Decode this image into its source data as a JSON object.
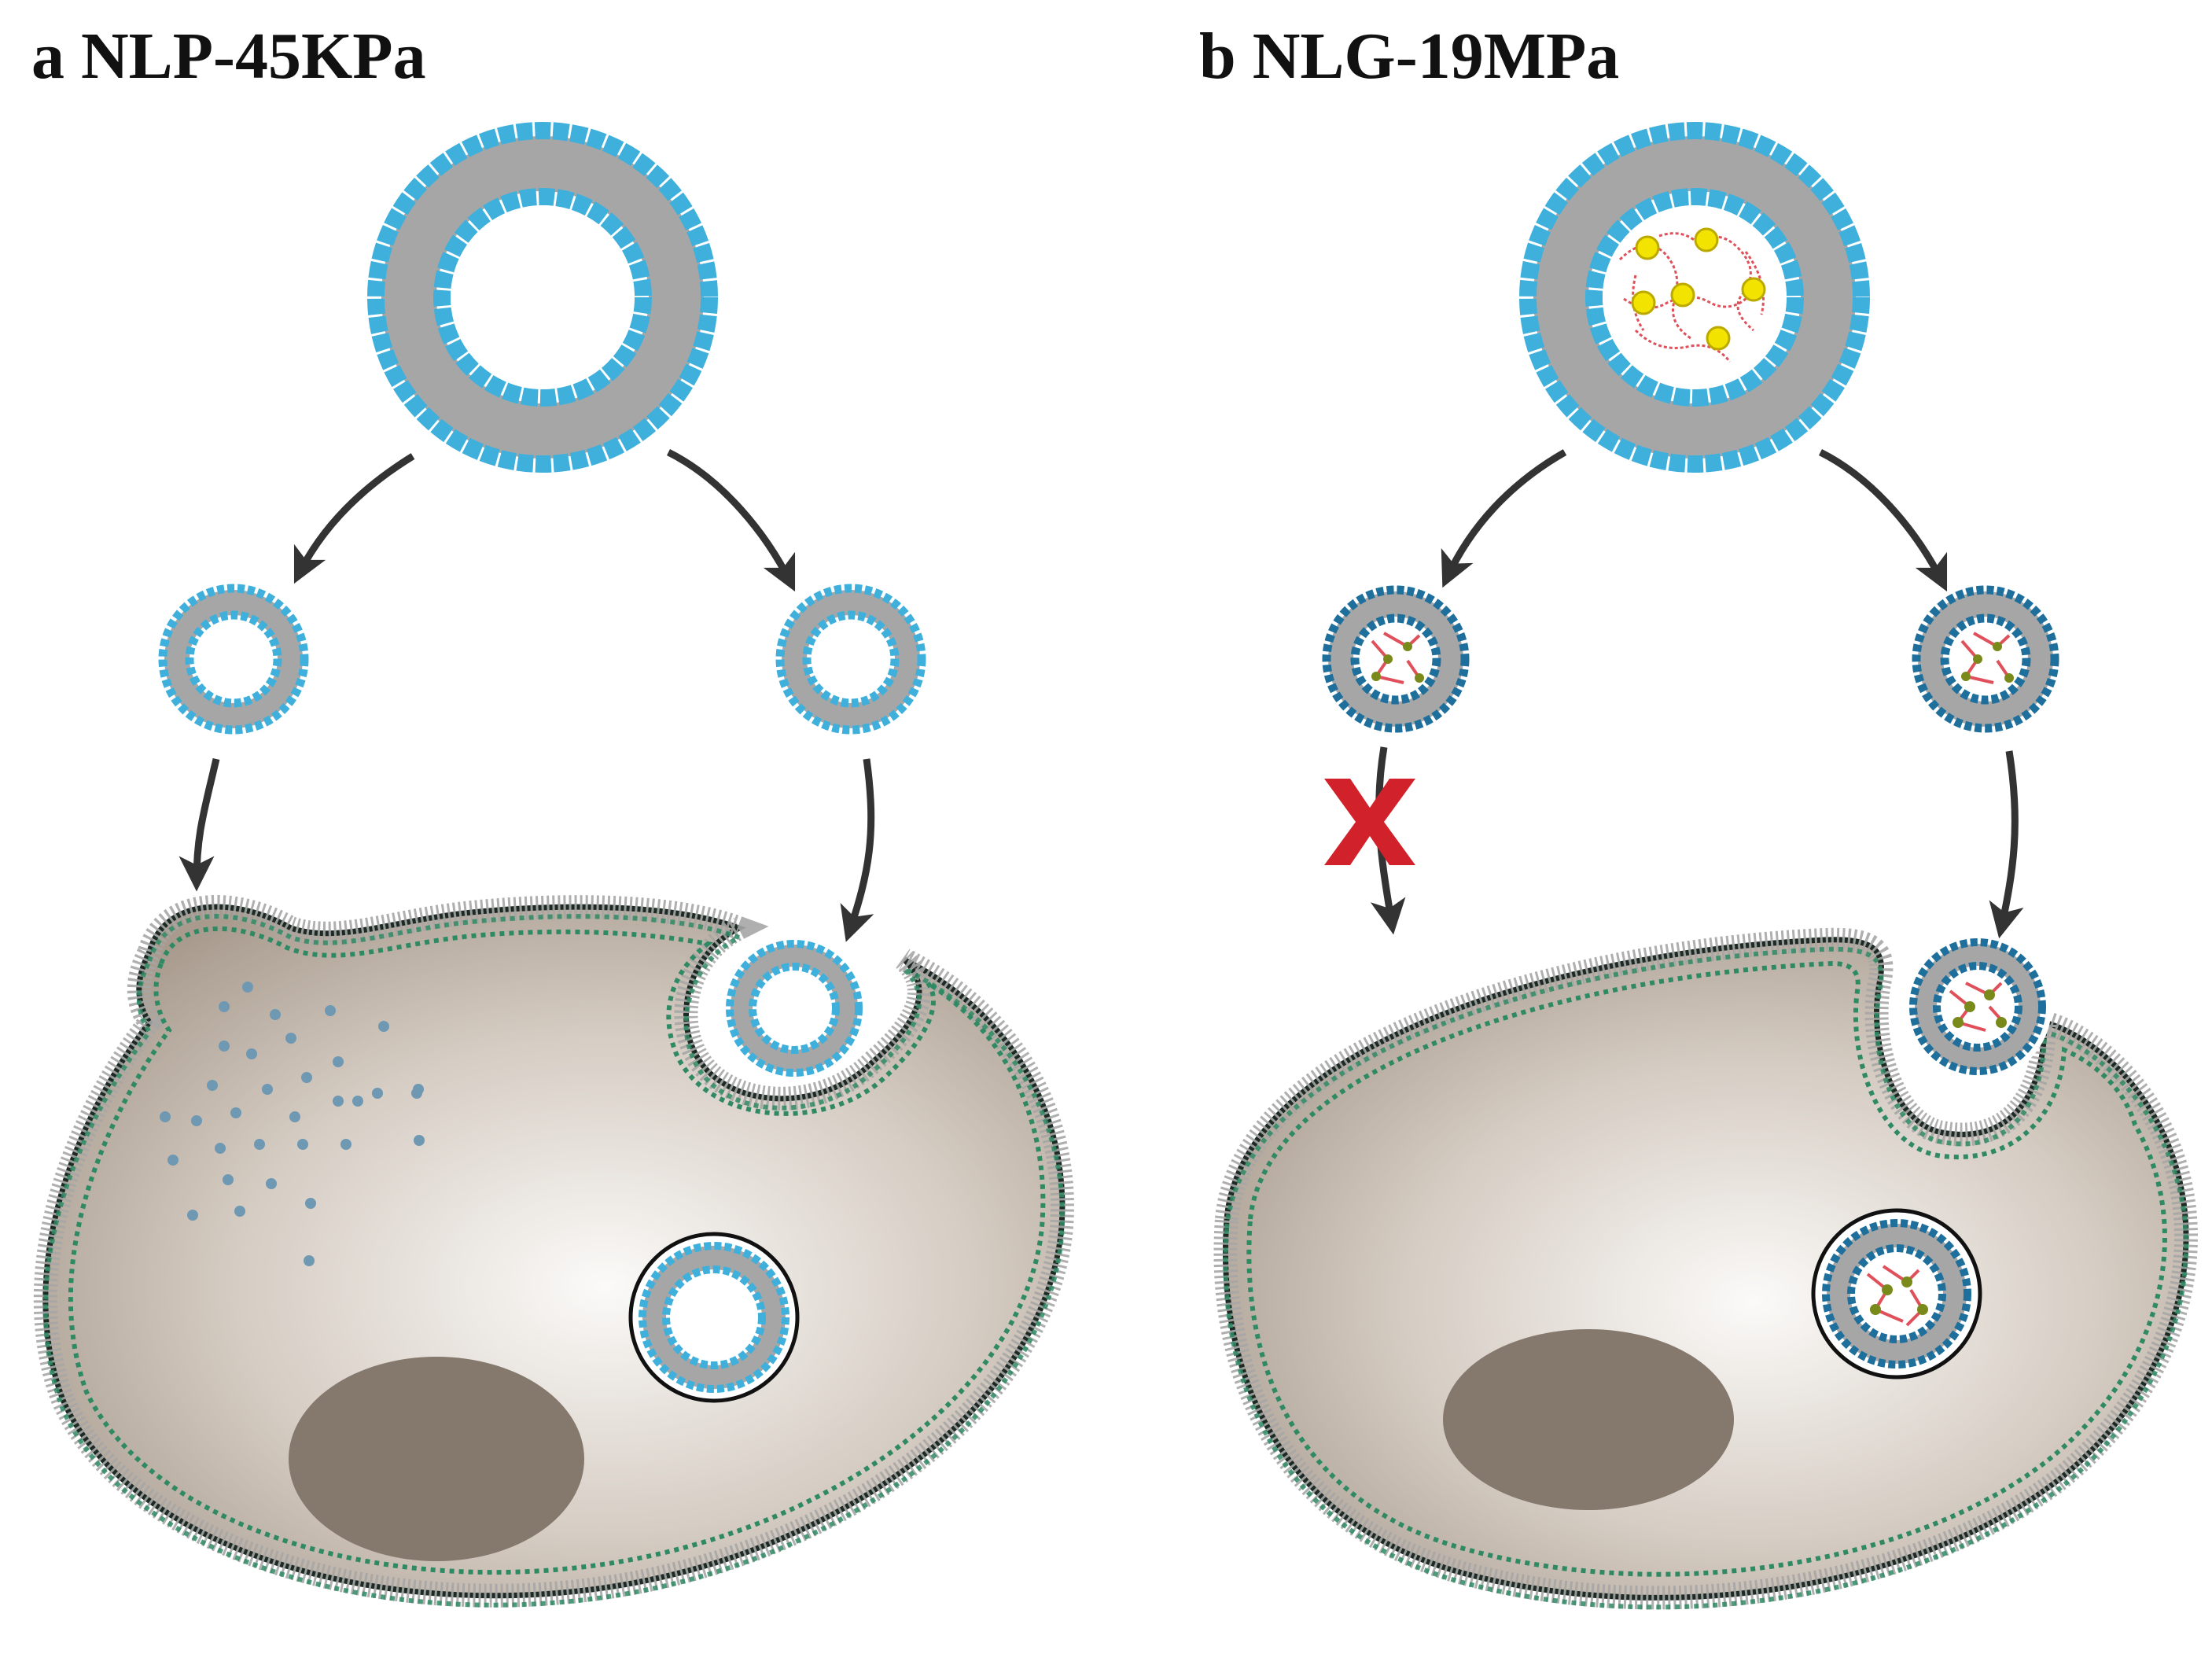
{
  "panels": [
    {
      "id": "a",
      "title": "a NLP-45KPa",
      "hydrogel_core": false,
      "blocked_pathway": "none"
    },
    {
      "id": "b",
      "title": "b NLG-19MPa",
      "hydrogel_core": true,
      "blocked_pathway": "membrane-fusion"
    }
  ],
  "colors": {
    "lipid_head": "#3fb0dc",
    "lipid_head_dark": "#1f6f9c",
    "lipid_tail": "#a6a6a6",
    "cell_membrane_head": "#2f8a64",
    "cytoplasm_light": "#fbfaf8",
    "cytoplasm_dark": "#a89b8e",
    "nucleus": "#85786c",
    "arrow": "#333333",
    "hydrogel_polymer": "#e0505a",
    "hydrogel_crosslink": "#f2e400",
    "block_mark": "#d1222b"
  },
  "icons": {
    "block_mark": "red-x-icon",
    "arrow": "curved-arrow-icon"
  }
}
